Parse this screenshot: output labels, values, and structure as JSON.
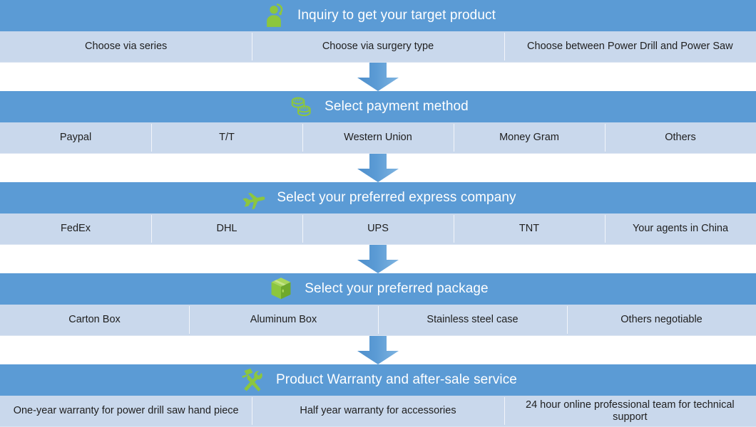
{
  "theme": {
    "bar_color": "#5B9BD5",
    "option_row_color": "#C9D8EC",
    "icon_color": "#8CC63E",
    "title_color": "#FFFFFF",
    "option_text_color": "#202020",
    "background": "#FFFFFF",
    "arrow_color": "#5B9BD5"
  },
  "stages": [
    {
      "id": "inquiry",
      "icon": "support-person-icon",
      "title": "Inquiry to get your target product",
      "options": [
        {
          "label": "Choose via series",
          "flex": 1
        },
        {
          "label": "Choose via surgery type",
          "flex": 1
        },
        {
          "label": "Choose  between Power Drill and Power Saw",
          "flex": 1
        }
      ]
    },
    {
      "id": "payment",
      "icon": "coins-icon",
      "title": "Select payment method",
      "options": [
        {
          "label": "Paypal",
          "flex": 1
        },
        {
          "label": "T/T",
          "flex": 1
        },
        {
          "label": "Western Union",
          "flex": 1
        },
        {
          "label": "Money Gram",
          "flex": 1
        },
        {
          "label": "Others",
          "flex": 1
        }
      ]
    },
    {
      "id": "express",
      "icon": "airplane-icon",
      "title": "Select your preferred express company",
      "options": [
        {
          "label": "FedEx",
          "flex": 1
        },
        {
          "label": "DHL",
          "flex": 1
        },
        {
          "label": "UPS",
          "flex": 1
        },
        {
          "label": "TNT",
          "flex": 1
        },
        {
          "label": "Your agents in China",
          "flex": 1
        }
      ]
    },
    {
      "id": "package",
      "icon": "package-box-icon",
      "title": "Select your preferred package",
      "options": [
        {
          "label": "Carton Box",
          "flex": 1
        },
        {
          "label": "Aluminum Box",
          "flex": 1
        },
        {
          "label": "Stainless steel case",
          "flex": 1
        },
        {
          "label": "Others negotiable",
          "flex": 1
        }
      ]
    },
    {
      "id": "warranty",
      "icon": "hammer-wrench-icon",
      "title": "Product Warranty and after-sale service",
      "options": [
        {
          "label": "One-year warranty for power drill saw hand piece",
          "flex": 1
        },
        {
          "label": "Half year warranty for accessories",
          "flex": 1
        },
        {
          "label": "24 hour online professional team for technical support",
          "flex": 1
        }
      ]
    }
  ],
  "connectors": [
    {
      "id": "arrow-1",
      "direction": "down"
    },
    {
      "id": "arrow-2",
      "direction": "down"
    },
    {
      "id": "arrow-3",
      "direction": "down"
    },
    {
      "id": "arrow-4",
      "direction": "down"
    }
  ]
}
